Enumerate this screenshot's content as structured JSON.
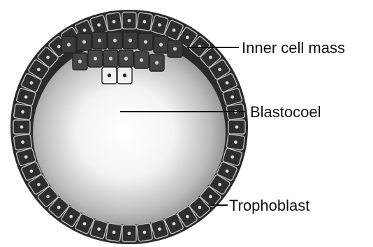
{
  "diagram": {
    "labels": {
      "inner_cell_mass": "Inner cell mass",
      "blastocoel": "Blastocoel",
      "trophoblast": "Trophoblast"
    },
    "colors": {
      "cell_fill": "#2e2e2e",
      "cell_border": "#bdbdbd",
      "nucleus": "#d9d9d9",
      "cavity_center": "#ffffff",
      "cavity_edge": "#8a8a8a",
      "leader_line": "#111111"
    }
  }
}
